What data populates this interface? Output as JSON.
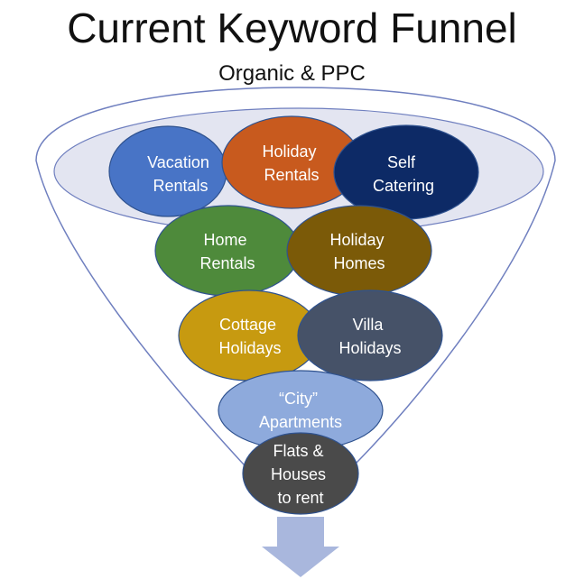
{
  "header": {
    "title": "Current Keyword Funnel",
    "subtitle": "Organic & PPC"
  },
  "colors": {
    "funnel_outline": "#6f7fbf",
    "funnel_fill": "#ffffff",
    "rim_fill": "#e3e5f1",
    "arrow": "#a9b7dd",
    "label": "#ffffff"
  },
  "keywords": [
    {
      "id": "vacation-rentals",
      "lines": [
        "Vacation",
        "Rentals"
      ],
      "color": "#4874c6"
    },
    {
      "id": "holiday-rentals",
      "lines": [
        "Holiday",
        "Rentals"
      ],
      "color": "#c85a1e"
    },
    {
      "id": "self-catering",
      "lines": [
        "Self",
        "Catering"
      ],
      "color": "#0d2a66"
    },
    {
      "id": "home-rentals",
      "lines": [
        "Home",
        "Rentals"
      ],
      "color": "#4e8a3b"
    },
    {
      "id": "holiday-homes",
      "lines": [
        "Holiday",
        "Homes"
      ],
      "color": "#7b5a08"
    },
    {
      "id": "cottage-holidays",
      "lines": [
        "Cottage",
        "Holidays"
      ],
      "color": "#c79a10"
    },
    {
      "id": "villa-holidays",
      "lines": [
        "Villa",
        "Holidays"
      ],
      "color": "#465268"
    },
    {
      "id": "city-apartments",
      "lines": [
        "“City”",
        "Apartments"
      ],
      "color": "#8eaadc"
    },
    {
      "id": "flats-houses-rent",
      "lines": [
        "Flats &",
        "Houses",
        "to rent"
      ],
      "color": "#4a4a4a"
    }
  ]
}
